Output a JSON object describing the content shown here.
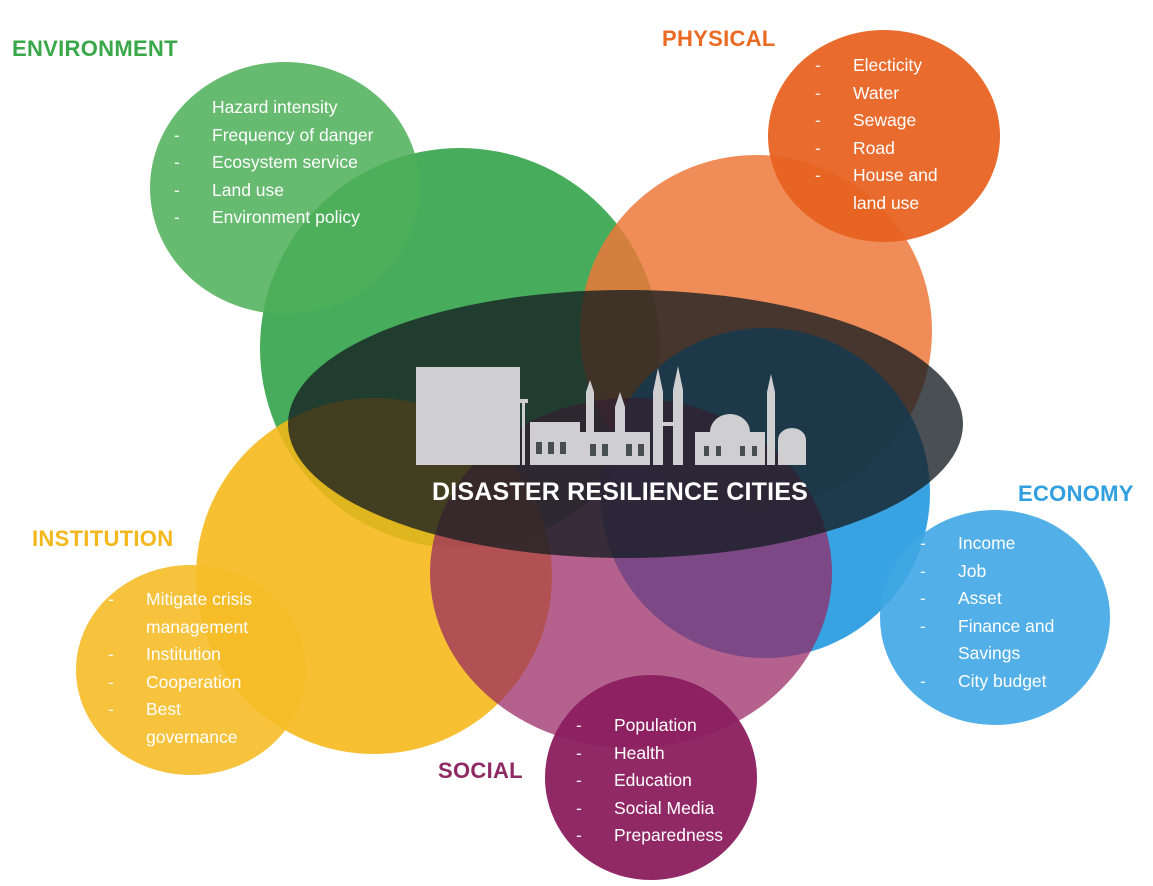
{
  "center": {
    "title": "DISASTER RESILIENCE CITIES"
  },
  "environment": {
    "title": "ENVIRONMENT",
    "color": "#3aa84a",
    "items": [
      "Hazard intensity",
      "Frequency of danger",
      "Ecosystem service",
      "Land use",
      "Environment policy"
    ]
  },
  "physical": {
    "title": "PHYSICAL",
    "color": "#ea6a23",
    "items": [
      "Electicity",
      "Water",
      "Sewage",
      "Road",
      "House and",
      "land use"
    ]
  },
  "economy": {
    "title": "ECONOMY",
    "color": "#2f9fe0",
    "items": [
      "Income",
      "Job",
      "Asset",
      "Finance and",
      "Savings",
      "City budget"
    ]
  },
  "institution": {
    "title": "INSTITUTION",
    "color": "#f4b71c",
    "items": [
      "Mitigate crisis",
      "management",
      "Institution",
      "Cooperation",
      "Best",
      "governance"
    ]
  },
  "social": {
    "title": "SOCIAL",
    "color": "#8e2a64",
    "items": [
      "Population",
      "Health",
      "Education",
      "Social Media",
      "Preparedness"
    ]
  },
  "skyline_icon": "city-skyline-icon"
}
